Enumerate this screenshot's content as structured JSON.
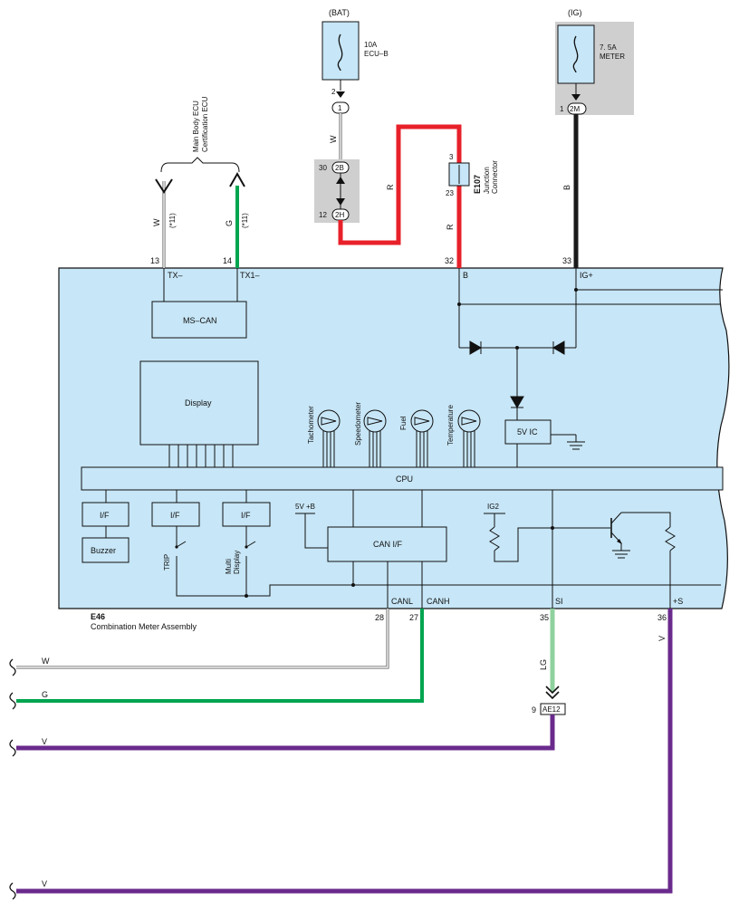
{
  "sources": {
    "bat": "(BAT)",
    "ig": "(IG)"
  },
  "fuses": {
    "ecub": {
      "rating": "10A",
      "name": "ECU–B"
    },
    "meter": {
      "rating": "7. 5A",
      "name": "METER"
    }
  },
  "connectors": {
    "c1": "1",
    "c2b": "2B",
    "c2h": "2H",
    "c2m": "2M",
    "ae12": "AE12"
  },
  "pins": {
    "p2": "2",
    "p30": "30",
    "p12": "12",
    "p3": "3",
    "p23": "23",
    "p1": "1",
    "p13": "13",
    "p14": "14",
    "p32": "32",
    "p33": "33",
    "p28": "28",
    "p27": "27",
    "p35": "35",
    "p36": "36",
    "p9": "9"
  },
  "wires": {
    "w": "W",
    "r": "R",
    "r2": "R",
    "b": "B",
    "g": "G",
    "lg": "LG",
    "v": "V",
    "w_left": "W",
    "g_left": "G",
    "v_left1": "V",
    "v_left2": "V",
    "note11a": "(*11)",
    "note11b": "(*11)"
  },
  "junction": {
    "id": "E107",
    "name1": "Junction",
    "name2": "Connector"
  },
  "ecu_targets": {
    "line1": "Main Body ECU",
    "line2": "Certification ECU"
  },
  "terminals": {
    "tx": "TX–",
    "tx1": "TX1–",
    "b": "B",
    "ig": "IG+",
    "canl": "CANL",
    "canh": "CANH",
    "si": "SI",
    "s": "+S"
  },
  "blocks": {
    "mscan": "MS–CAN",
    "display": "Display",
    "cpu": "CPU",
    "ic5v": "5V IC",
    "canif": "CAN I/F",
    "if1": "I/F",
    "if2": "I/F",
    "if3": "I/F",
    "buzzer": "Buzzer",
    "trip": "TRIP",
    "multi1": "Multi",
    "multi2": "Display",
    "v5b": "5V +B",
    "ig2": "IG2"
  },
  "gauges": {
    "tacho": "Tachometer",
    "speedo": "Speedometer",
    "fuel": "Fuel",
    "temp": "Temperature"
  },
  "assembly": {
    "id": "E46",
    "name": "Combination Meter Assembly"
  },
  "colors": {
    "red": "#e8202a",
    "green": "#00a54f",
    "black": "#1a1a1a",
    "purple": "#6a2a8c",
    "light_green": "#8fd19e",
    "panel": "#c7e6f7",
    "shade": "#cfcfcf"
  }
}
